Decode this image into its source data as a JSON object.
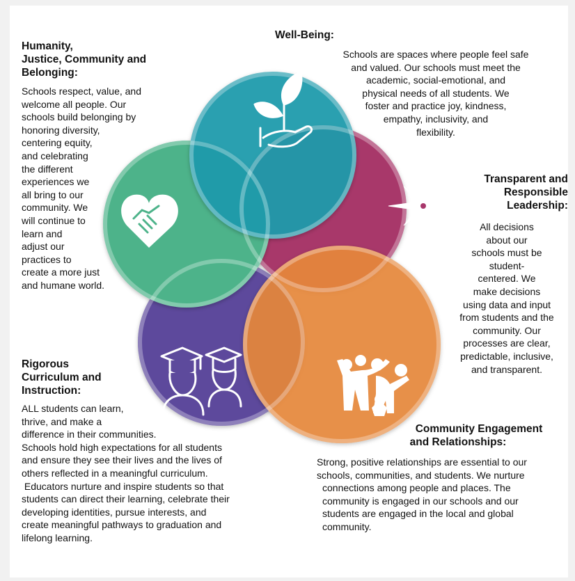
{
  "sections": {
    "humanity": {
      "title_lines": [
        "Humanity,",
        "Justice, Community and",
        "Belonging:"
      ],
      "body_lines": [
        "Schools respect, value, and",
        "welcome all people. Our",
        "schools build belonging by",
        "honoring diversity,",
        "centering equity,",
        "and celebrating",
        "the different",
        "experiences we",
        "all bring to our",
        "community. We",
        "will continue to",
        "learn and",
        "adjust our",
        "practices to",
        "create a more just",
        "and humane world."
      ],
      "color": "#4db38a",
      "icon": "heart-handshake-icon"
    },
    "wellbeing": {
      "title_lines": [
        "Well-Being:"
      ],
      "body_lines": [
        "Schools are spaces where people feel safe",
        "and valued. Our schools must meet the",
        "academic, social-emotional, and",
        "physical needs of all students. We",
        "foster and practice joy, kindness,",
        "empathy, inclusivity, and",
        "flexibility."
      ],
      "color": "#1e9bac",
      "icon": "sprout-in-hand-icon"
    },
    "leadership": {
      "title_lines": [
        "Transparent and",
        "Responsible",
        "Leadership:"
      ],
      "body_lines": [
        "All decisions",
        "about our",
        "schools must be",
        "student-",
        "centered. We",
        "make decisions",
        "using data and input",
        "from students and the",
        "community. Our",
        "processes are clear,",
        "predictable, inclusive,",
        "and transparent."
      ],
      "color": "#a8376b",
      "icon": "compass-rose-icon"
    },
    "curriculum": {
      "title_lines": [
        "Rigorous",
        "Curriculum and",
        "Instruction:"
      ],
      "body_lines": [
        "ALL students can learn,",
        "thrive, and make a",
        "difference in their communities.",
        "Schools hold high expectations for all students",
        "and ensure they see their lives and the lives of",
        "others reflected in a meaningful curriculum.",
        " Educators nurture and inspire students so that",
        "students can direct their learning, celebrate their",
        "developing identities, pursue interests, and",
        "create meaningful pathways to graduation and",
        "lifelong learning."
      ],
      "color": "#5d4a9c",
      "icon": "graduates-icon"
    },
    "community": {
      "title_lines": [
        "Community Engagement",
        "and Relationships:"
      ],
      "body_lines": [
        "Strong, positive relationships are essential to our",
        "schools, communities, and students. We nurture",
        "connections among people and places. The",
        "community is engaged in our schools and our",
        "students are engaged in the local and global",
        "community."
      ],
      "color": "#e8883a",
      "icon": "people-group-icon"
    }
  }
}
